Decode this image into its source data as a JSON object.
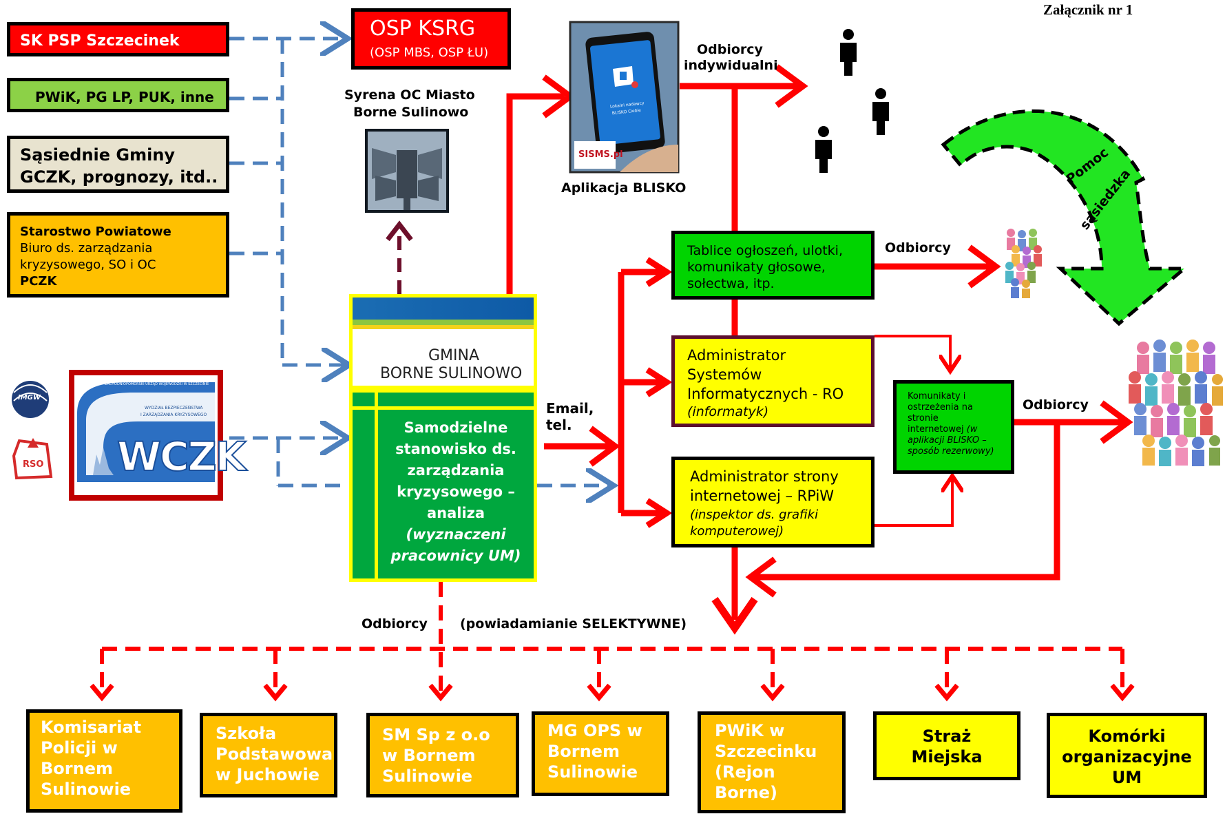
{
  "header": {
    "attachment": "Załącznik nr 1"
  },
  "sources": {
    "sk_psp": "SK PSP Szczecinek",
    "pwik_pg": "PWiK, PG LP, PUK, inne",
    "gminy_line1": "Sąsiednie Gminy",
    "gminy_line2": "GCZK, prognozy, itd..",
    "starostwo_title": "Starostwo Powiatowe",
    "starostwo_l1": "Biuro ds. zarządzania",
    "starostwo_l2": "kryzysowego, SO i OC",
    "starostwo_l3": "PCZK",
    "wczk": "WCZK",
    "wczk_header": "ZACHODNIOPOMORSKI URZĄD WOJEWÓDZKI W SZCZECINIE",
    "wczk_sub1": "WYDZIAŁ BEZPIECZEŃSTWA",
    "wczk_sub2": "I ZARZĄDZANIA KRYZYSOWEGO",
    "imgw": "IMGW",
    "rso": "RSO"
  },
  "osp": {
    "title": "OSP KSRG",
    "subtitle": "(OSP MBS, OSP ŁU)"
  },
  "siren": {
    "line1": "Syrena OC  Miasto",
    "line2": "Borne Sulinowo"
  },
  "gmina": {
    "line1": "GMINA",
    "line2": "BORNE SULINOWO"
  },
  "stanowisko": {
    "l1": "Samodzielne",
    "l2": "stanowisko ds.",
    "l3": "zarządzania",
    "l4": "kryzysowego –",
    "l5": "analiza",
    "l6": "(wyznaczeni",
    "l7": "pracownicy UM)"
  },
  "email_label": {
    "l1": "Email,",
    "l2": "tel."
  },
  "blisko": {
    "caption": "Aplikacja BLISKO",
    "phone_text1": "Lokalni nadawcy",
    "phone_text2": "BLISKO Ciebie",
    "brand": "SISMS.pl"
  },
  "odbiorcy_indywidualni": {
    "l1": "Odbiorcy",
    "l2": "indywidualni"
  },
  "tablice": {
    "l1": "Tablice ogłoszeń, ulotki,",
    "l2": "komunikaty głosowe,",
    "l3": "sołectwa, itp."
  },
  "admin_si": {
    "l1": "Administrator",
    "l2": "Systemów",
    "l3": "Informatycznych - RO",
    "l4": "(informatyk)"
  },
  "admin_www": {
    "l1": "Administrator strony",
    "l2": "internetowej – RPiW",
    "l3": "(inspektor ds. grafiki",
    "l4": "komputerowej)"
  },
  "komunikaty": {
    "l1": "Komunikaty i",
    "l2": "ostrzeżenia na",
    "l3": "stronie",
    "l4": "internetowej",
    "l4i": "(w",
    "l5": "aplikacji BLISKO –",
    "l6": "sposób rezerwowy)"
  },
  "labels": {
    "odbiorcy_tablice": "Odbiorcy",
    "odbiorcy_komunikaty": "Odbiorcy",
    "odbiorcy_bottom": "Odbiorcy",
    "selective": "(powiadamianie SELEKTYWNE)",
    "pomoc1": "Pomoc",
    "pomoc2": "sąsiedzka"
  },
  "recipients": [
    {
      "l1": "Komisariat",
      "l2": "Policji w",
      "l3": "Bornem",
      "l4": "Sulinowie"
    },
    {
      "l1": "Szkoła",
      "l2": "Podstawowa",
      "l3": "w Juchowie"
    },
    {
      "l1": "SM Sp z o.o",
      "l2": "w Bornem",
      "l3": "Sulinowie"
    },
    {
      "l1": "MG OPS w",
      "l2": "Bornem",
      "l3": "Sulinowie"
    },
    {
      "l1": "PWiK w",
      "l2": "Szczecinku",
      "l3": "(Rejon",
      "l4": "Borne)"
    },
    {
      "l1": "Straż",
      "l2": "Miejska"
    },
    {
      "l1": "Komórki",
      "l2": "organizacyjne",
      "l3": "UM"
    }
  ],
  "colors": {
    "red": "#ff0000",
    "blue_dashed": "#4f81bd",
    "dark_red": "#6d0f2b",
    "green": "#00d400",
    "yellow": "#ffff00",
    "orange": "#ffc000"
  }
}
